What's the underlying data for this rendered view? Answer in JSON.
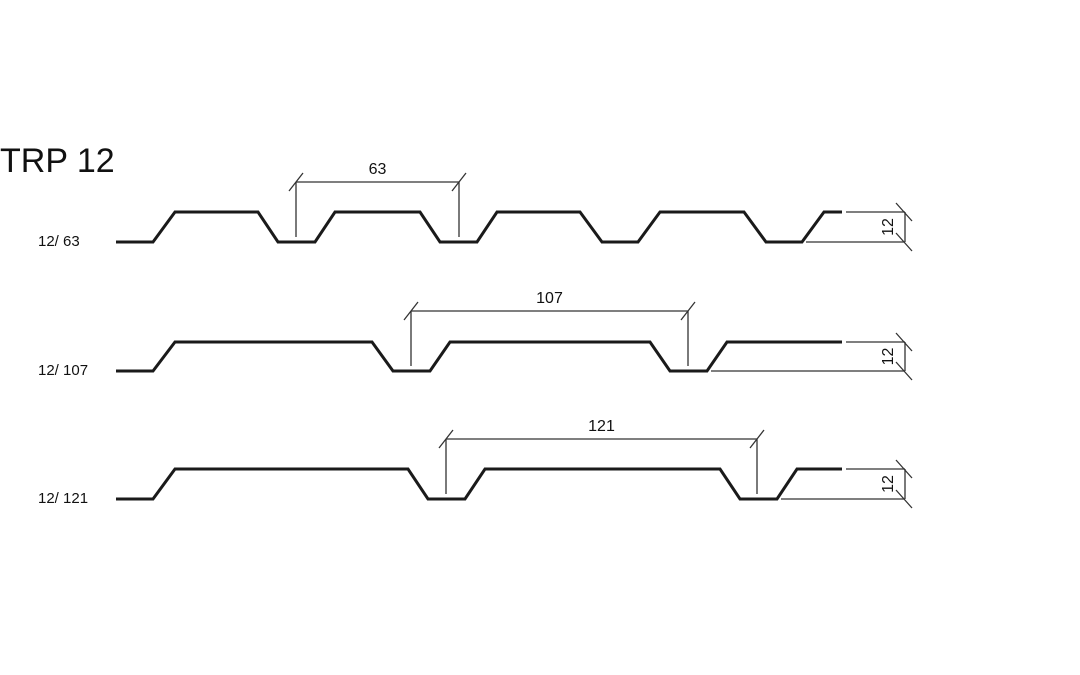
{
  "title": "TRP 12",
  "profiles": [
    {
      "label": "12/ 63",
      "pitch": "63",
      "height": "12"
    },
    {
      "label": "12/ 107",
      "pitch": "107",
      "height": "12"
    },
    {
      "label": "12/ 121",
      "pitch": "121",
      "height": "12"
    }
  ]
}
